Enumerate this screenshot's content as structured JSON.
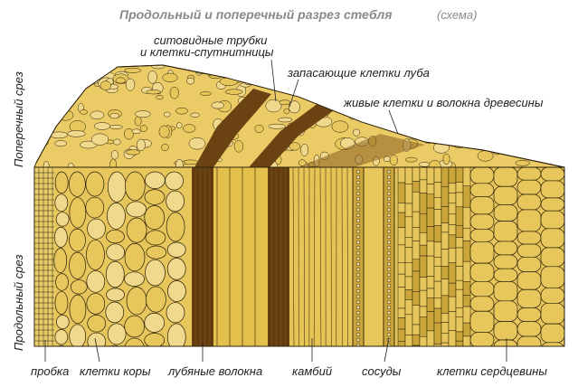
{
  "title": "Продольный и поперечный разрез стебля",
  "subtitle": "(схема)",
  "side_labels": {
    "cross": "Поперечный срез",
    "longitudinal": "Продольный срез"
  },
  "top_labels": {
    "sieve_line1": "ситовидные трубки",
    "sieve_line2": "и клетки-спутнитницы",
    "storage": "запасающие клетки  луба",
    "living": "живые клетки и волокна древесины"
  },
  "bottom_labels": {
    "cork": "пробка",
    "cortex": "клетки коры",
    "bast": "лубяные волокна",
    "cambium": "камбий",
    "vessels": "сосуды",
    "pith": "клетки сердцевины"
  },
  "colors": {
    "straw": "#e7c75c",
    "straw_light": "#f0d98c",
    "straw_dark": "#c9a53a",
    "brown": "#6b4212",
    "outline": "#2a1e08"
  }
}
